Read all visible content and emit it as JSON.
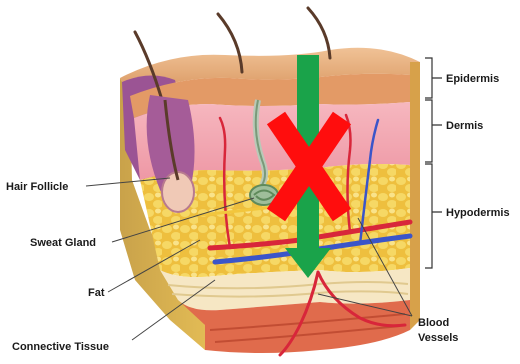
{
  "labels": {
    "right": {
      "epidermis": "Epidermis",
      "dermis": "Dermis",
      "hypodermis": "Hypodermis",
      "blood_vessels_line1": "Blood",
      "blood_vessels_line2": "Vessels"
    },
    "left": {
      "hair_follicle": "Hair Follicle",
      "sweat_gland": "Sweat Gland",
      "fat": "Fat",
      "connective_tissue": "Connective Tissue"
    }
  },
  "overlay": {
    "arrow_color": "#1aa34a",
    "cross_color": "#ff0d0d"
  },
  "colors": {
    "epidermis": "#e8b27c",
    "dermis": "#f2a7b0",
    "fat": "#f1cf55",
    "vessel_red": "#d8263a",
    "vessel_blue": "#3b55c9",
    "follicle_purple": "#8e4a86"
  }
}
